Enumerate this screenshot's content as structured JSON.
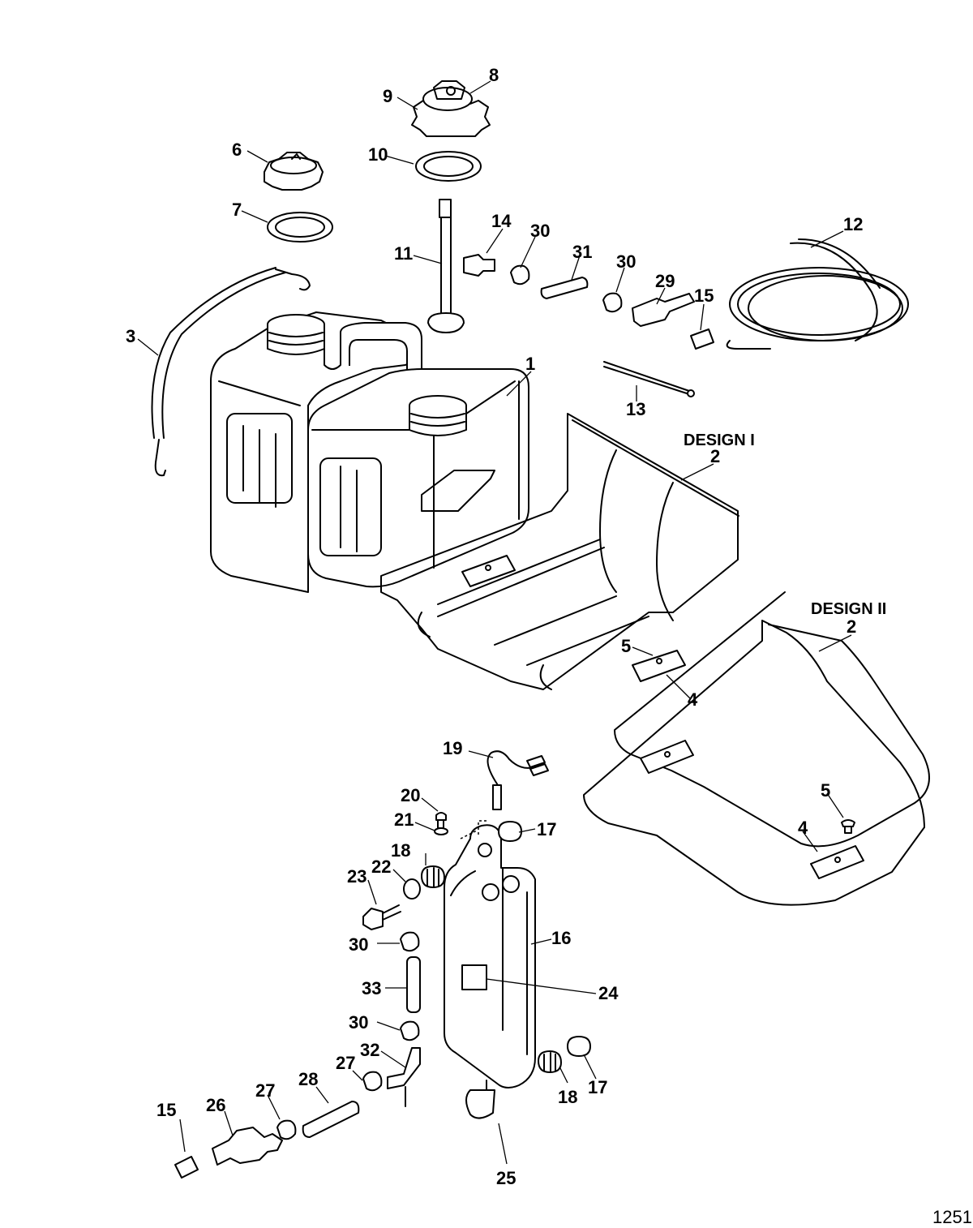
{
  "diagram": {
    "design_labels": [
      "DESIGN I",
      "DESIGN II"
    ],
    "figure_number": "1251",
    "callouts": [
      "1",
      "2",
      "2",
      "3",
      "4",
      "4",
      "5",
      "5",
      "6",
      "7",
      "8",
      "9",
      "10",
      "11",
      "12",
      "13",
      "14",
      "15",
      "15",
      "16",
      "17",
      "17",
      "18",
      "18",
      "19",
      "20",
      "21",
      "22",
      "23",
      "24",
      "25",
      "26",
      "27",
      "27",
      "28",
      "29",
      "30",
      "30",
      "30",
      "30",
      "31",
      "32",
      "33"
    ]
  }
}
